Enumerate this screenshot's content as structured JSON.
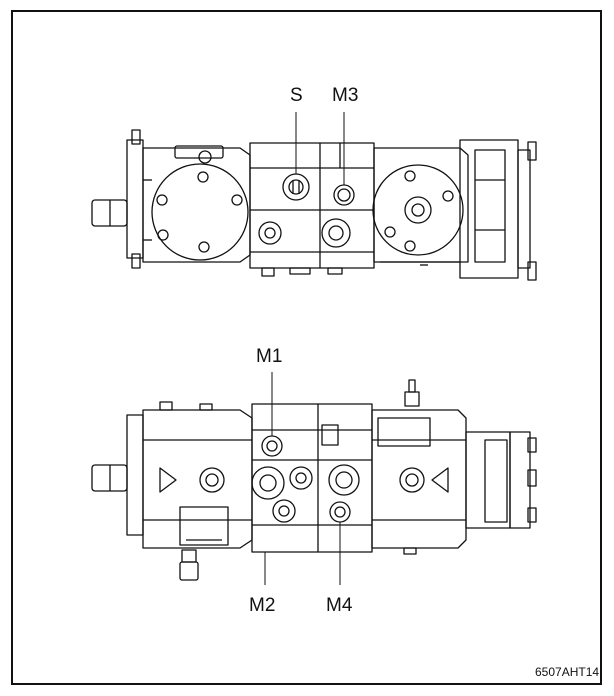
{
  "labels": {
    "s": "S",
    "m3": "M3",
    "m1": "M1",
    "m2": "M2",
    "m4": "M4"
  },
  "figure_code": "6507AHT14"
}
